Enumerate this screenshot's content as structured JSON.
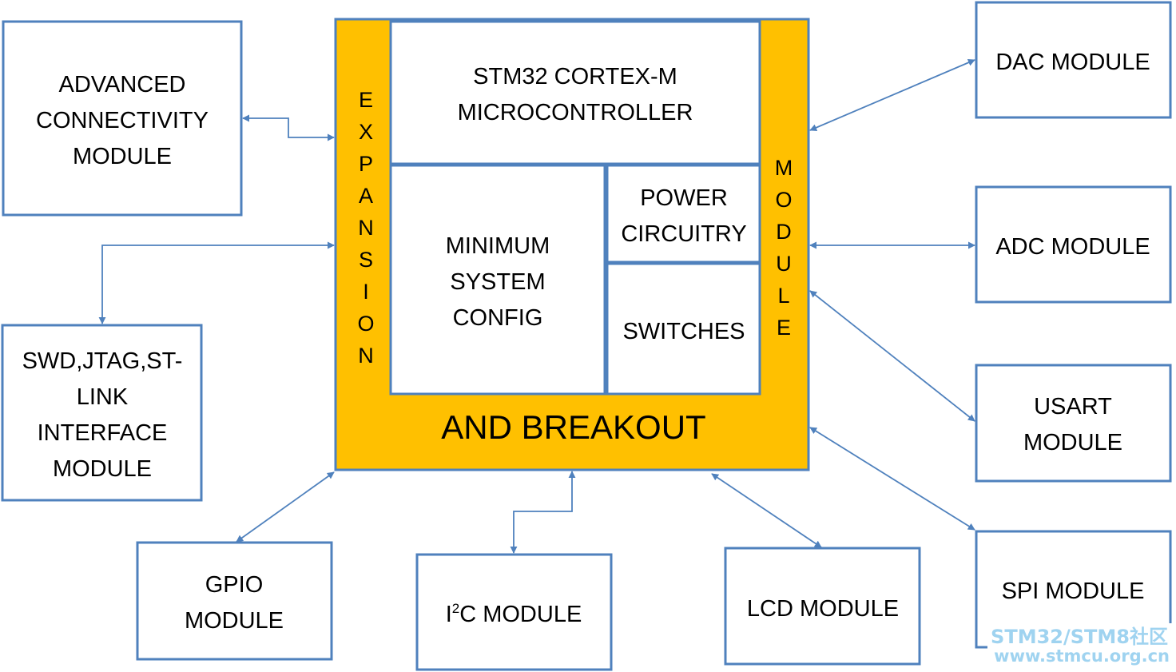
{
  "colors": {
    "accent_blue": "#4f81bd",
    "core_orange": "#ffc000",
    "watermark": "#9fd3f0"
  },
  "core": {
    "mcu": [
      "STM32 CORTEX-M",
      "MICROCONTROLLER"
    ],
    "min_system": [
      "MINIMUM",
      "SYSTEM",
      "CONFIG"
    ],
    "power": [
      "POWER",
      "CIRCUITRY"
    ],
    "switches": "SWITCHES",
    "expansion_letters": [
      "E",
      "X",
      "P",
      "A",
      "N",
      "S",
      "I",
      "O",
      "N"
    ],
    "module_letters": [
      "M",
      "O",
      "D",
      "U",
      "L",
      "E"
    ],
    "breakout": "AND BREAKOUT"
  },
  "modules": {
    "advanced": [
      "ADVANCED",
      "CONNECTIVITY",
      "MODULE"
    ],
    "swd": [
      "SWD,JTAG,ST-",
      "LINK",
      "INTERFACE",
      "MODULE"
    ],
    "gpio": [
      "GPIO",
      "MODULE"
    ],
    "i2c": {
      "prefix": "I",
      "sup": "2",
      "rest": "C MODULE"
    },
    "lcd": "LCD MODULE",
    "dac": "DAC MODULE",
    "adc": "ADC MODULE",
    "usart": [
      "USART",
      "MODULE"
    ],
    "spi": "SPI MODULE"
  },
  "watermark": {
    "line1": "STM32/STM8社区",
    "line2": "www.stmcu.org.cn"
  }
}
